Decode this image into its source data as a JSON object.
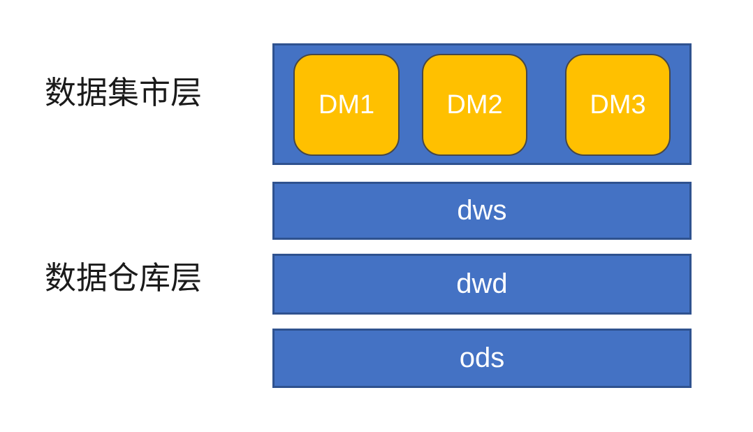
{
  "colors": {
    "band_fill": "#4472C4",
    "band_border": "#2F528F",
    "dm_fill": "#FFC000",
    "dm_border": "#474747",
    "light_text": "#FFFFFF",
    "dark_text": "#1A1A1A",
    "background": "#FFFFFF"
  },
  "side_labels": {
    "data_mart_layer": "数据集市层",
    "data_warehouse_layer": "数据仓库层"
  },
  "data_mart_band": {
    "boxes": [
      {
        "label": "DM1"
      },
      {
        "label": "DM2"
      },
      {
        "label": "DM3"
      }
    ]
  },
  "warehouse_bars": [
    {
      "label": "dws"
    },
    {
      "label": "dwd"
    },
    {
      "label": "ods"
    }
  ]
}
